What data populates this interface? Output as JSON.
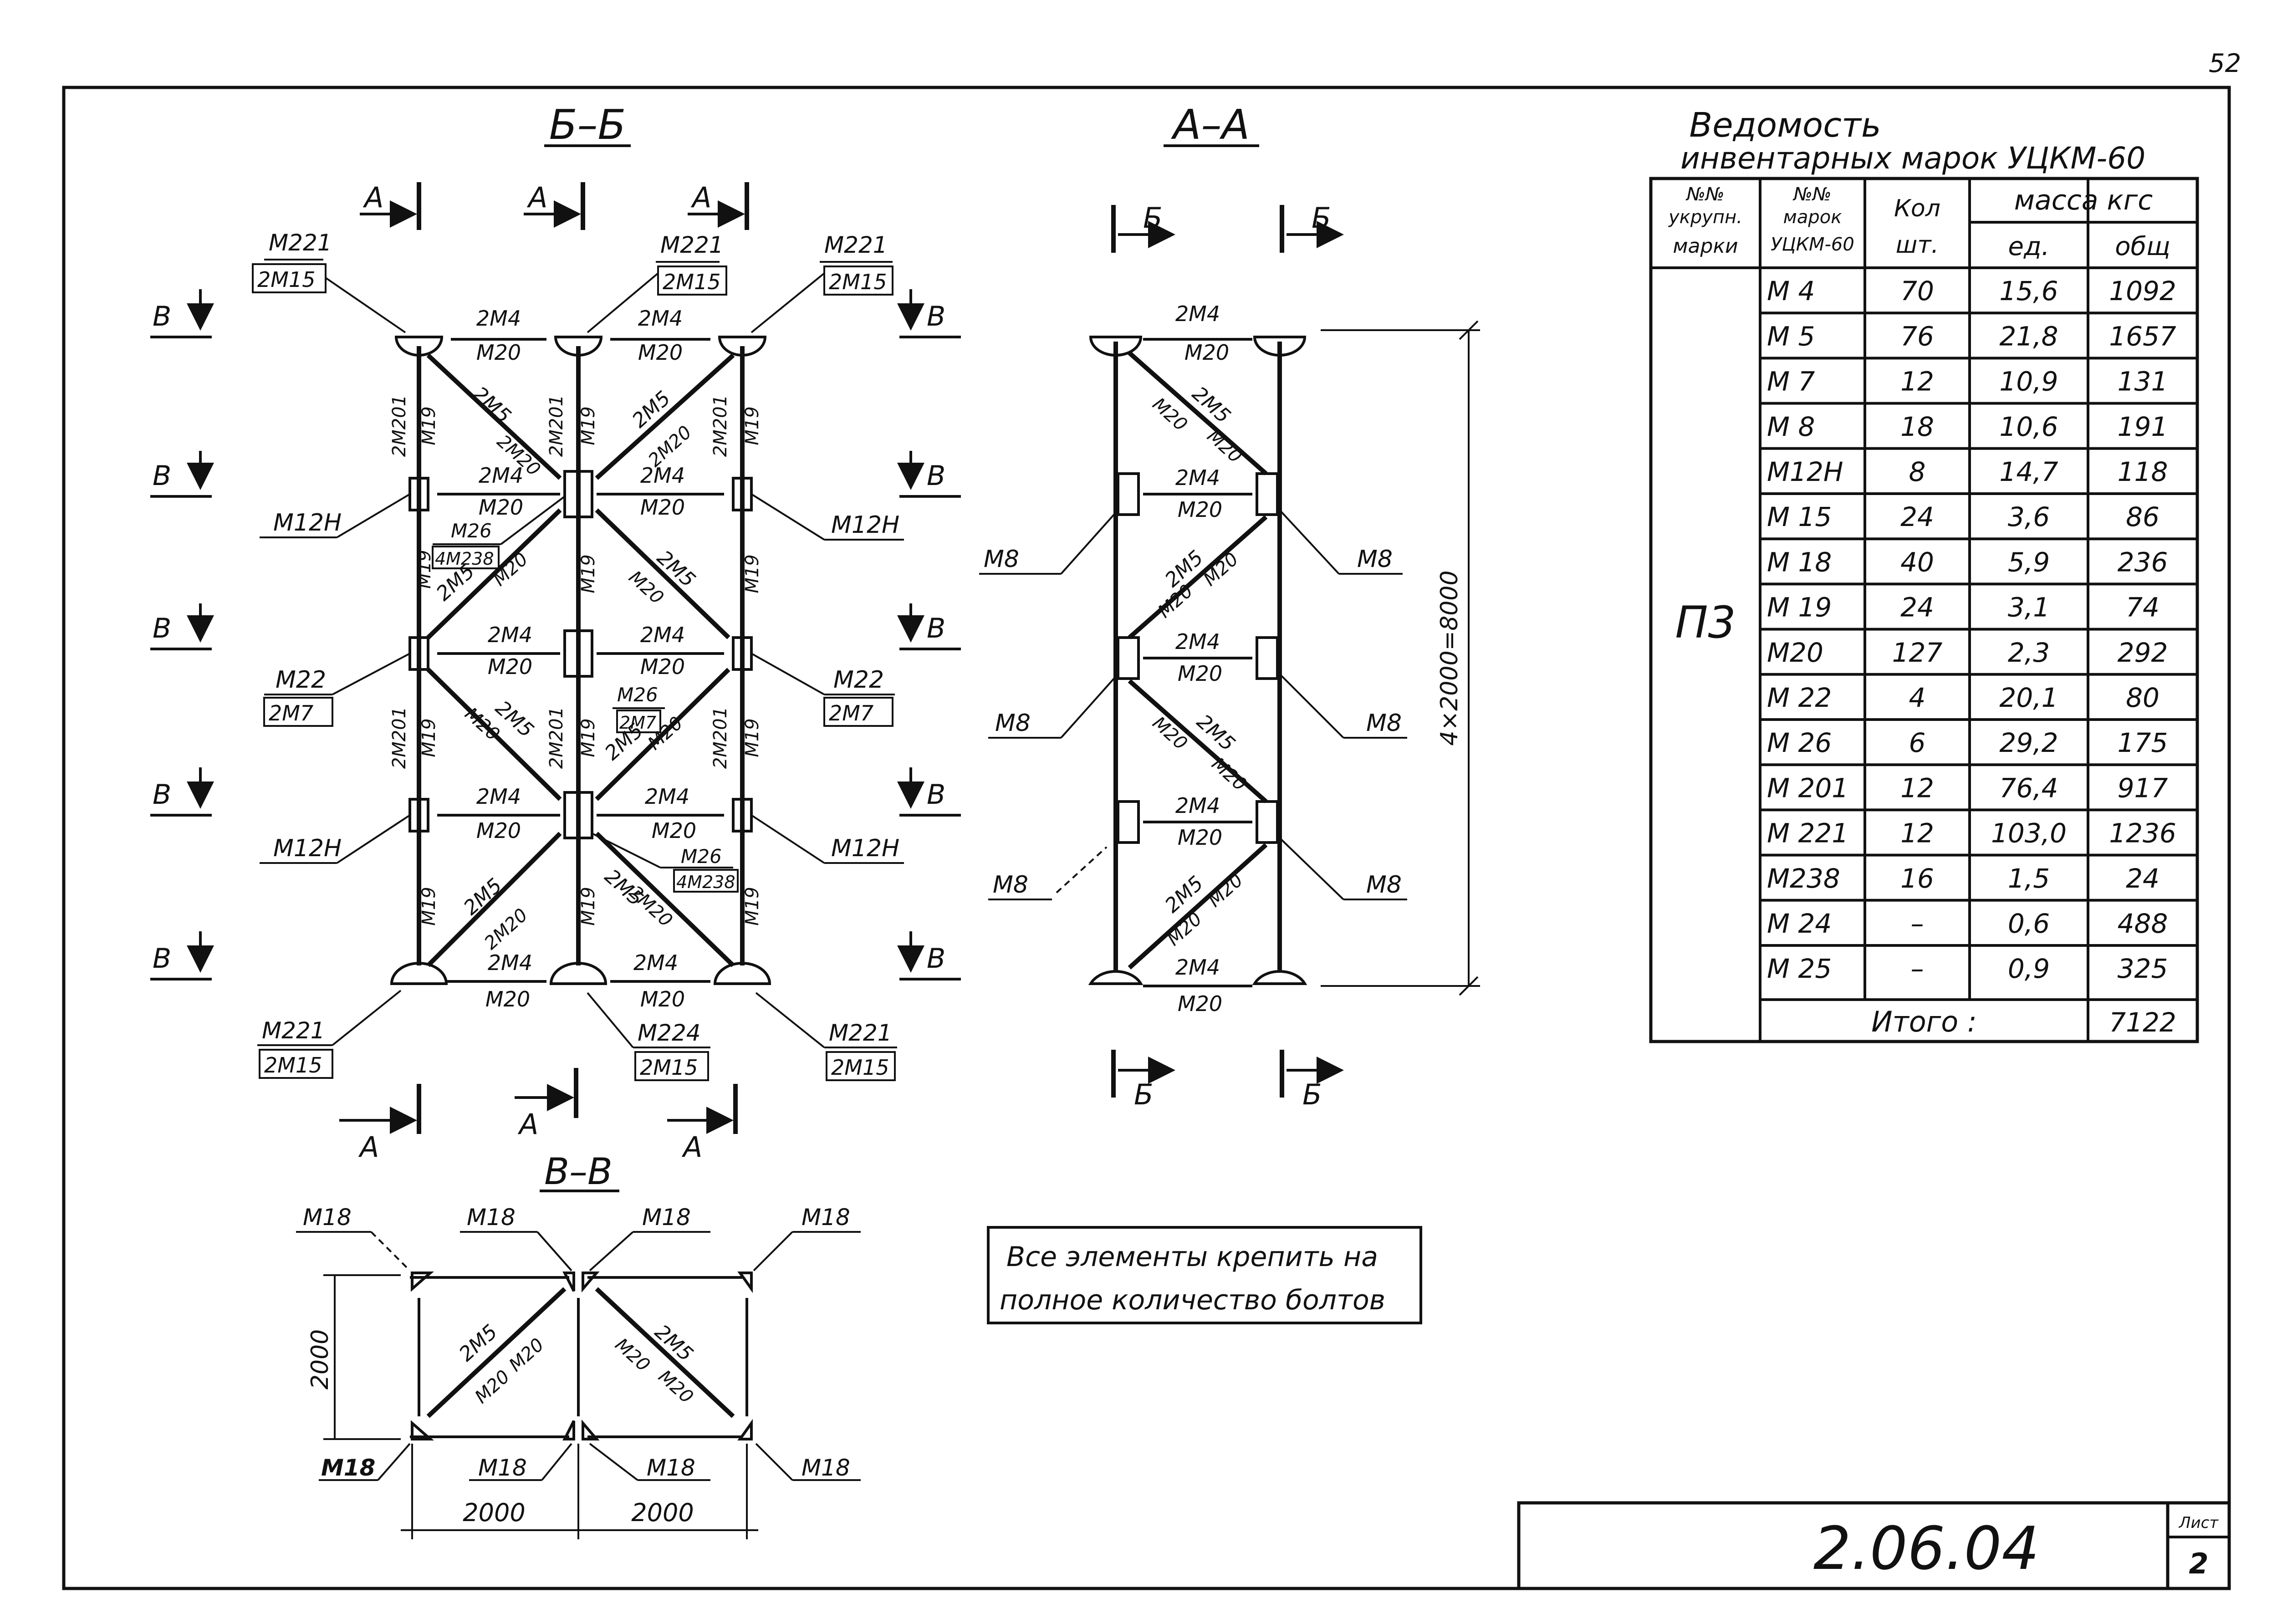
{
  "sheet": {
    "page_number": "52",
    "code": "2.06.04",
    "list_label": "Лист",
    "list_number": "2"
  },
  "views": {
    "bb_title": "Б–Б",
    "aa_title": "А–А",
    "vv_title": "В–В"
  },
  "section_marks": {
    "A": "А",
    "B": "Б",
    "V": "В"
  },
  "labels": {
    "m4_2": "2М4",
    "m5_2": "2М5",
    "m20": "М20",
    "m19": "М19",
    "m201_2": "2М201",
    "m221": "М221",
    "m224": "М224",
    "m15_2": "2М15",
    "m12n": "М12Н",
    "m22": "М22",
    "m7_2": "2М7",
    "m26": "М26",
    "m238_4": "4М238",
    "m20_2": "2М20",
    "m8": "М8",
    "m18": "М18",
    "dim_2000": "2000",
    "dim_total": "4×2000=8000"
  },
  "note": {
    "line1": "Все элементы крепить на",
    "line2": "полное количество болтов"
  },
  "table": {
    "title_line1": "Ведомость",
    "title_line2": "инвентарных марок   УЦКМ-60",
    "headers": {
      "col1": [
        "№№",
        "укрупн.",
        "марки"
      ],
      "col2": [
        "№№",
        "марок",
        "УЦКМ-60"
      ],
      "col3": [
        "Кол",
        "шт."
      ],
      "mass": "масса  кгс",
      "col4": "ед.",
      "col5": "общ"
    },
    "group": "П3",
    "rows": [
      {
        "mark": "М 4",
        "qty": "70",
        "unit": "15,6",
        "total": "1092"
      },
      {
        "mark": "М 5",
        "qty": "76",
        "unit": "21,8",
        "total": "1657"
      },
      {
        "mark": "М 7",
        "qty": "12",
        "unit": "10,9",
        "total": "131"
      },
      {
        "mark": "М 8",
        "qty": "18",
        "unit": "10,6",
        "total": "191"
      },
      {
        "mark": "М12Н",
        "qty": "8",
        "unit": "14,7",
        "total": "118"
      },
      {
        "mark": "М 15",
        "qty": "24",
        "unit": "3,6",
        "total": "86"
      },
      {
        "mark": "М 18",
        "qty": "40",
        "unit": "5,9",
        "total": "236"
      },
      {
        "mark": "М 19",
        "qty": "24",
        "unit": "3,1",
        "total": "74"
      },
      {
        "mark": "М20",
        "qty": "127",
        "unit": "2,3",
        "total": "292"
      },
      {
        "mark": "М 22",
        "qty": "4",
        "unit": "20,1",
        "total": "80"
      },
      {
        "mark": "М 26",
        "qty": "6",
        "unit": "29,2",
        "total": "175"
      },
      {
        "mark": "М 201",
        "qty": "12",
        "unit": "76,4",
        "total": "917"
      },
      {
        "mark": "М 221",
        "qty": "12",
        "unit": "103,0",
        "total": "1236"
      },
      {
        "mark": "М238",
        "qty": "16",
        "unit": "1,5",
        "total": "24"
      },
      {
        "mark": "М 24",
        "qty": "–",
        "unit": "0,6",
        "total": "488"
      },
      {
        "mark": "М 25",
        "qty": "–",
        "unit": "0,9",
        "total": "325"
      }
    ],
    "total_label": "Итого :",
    "total_value": "7122"
  }
}
